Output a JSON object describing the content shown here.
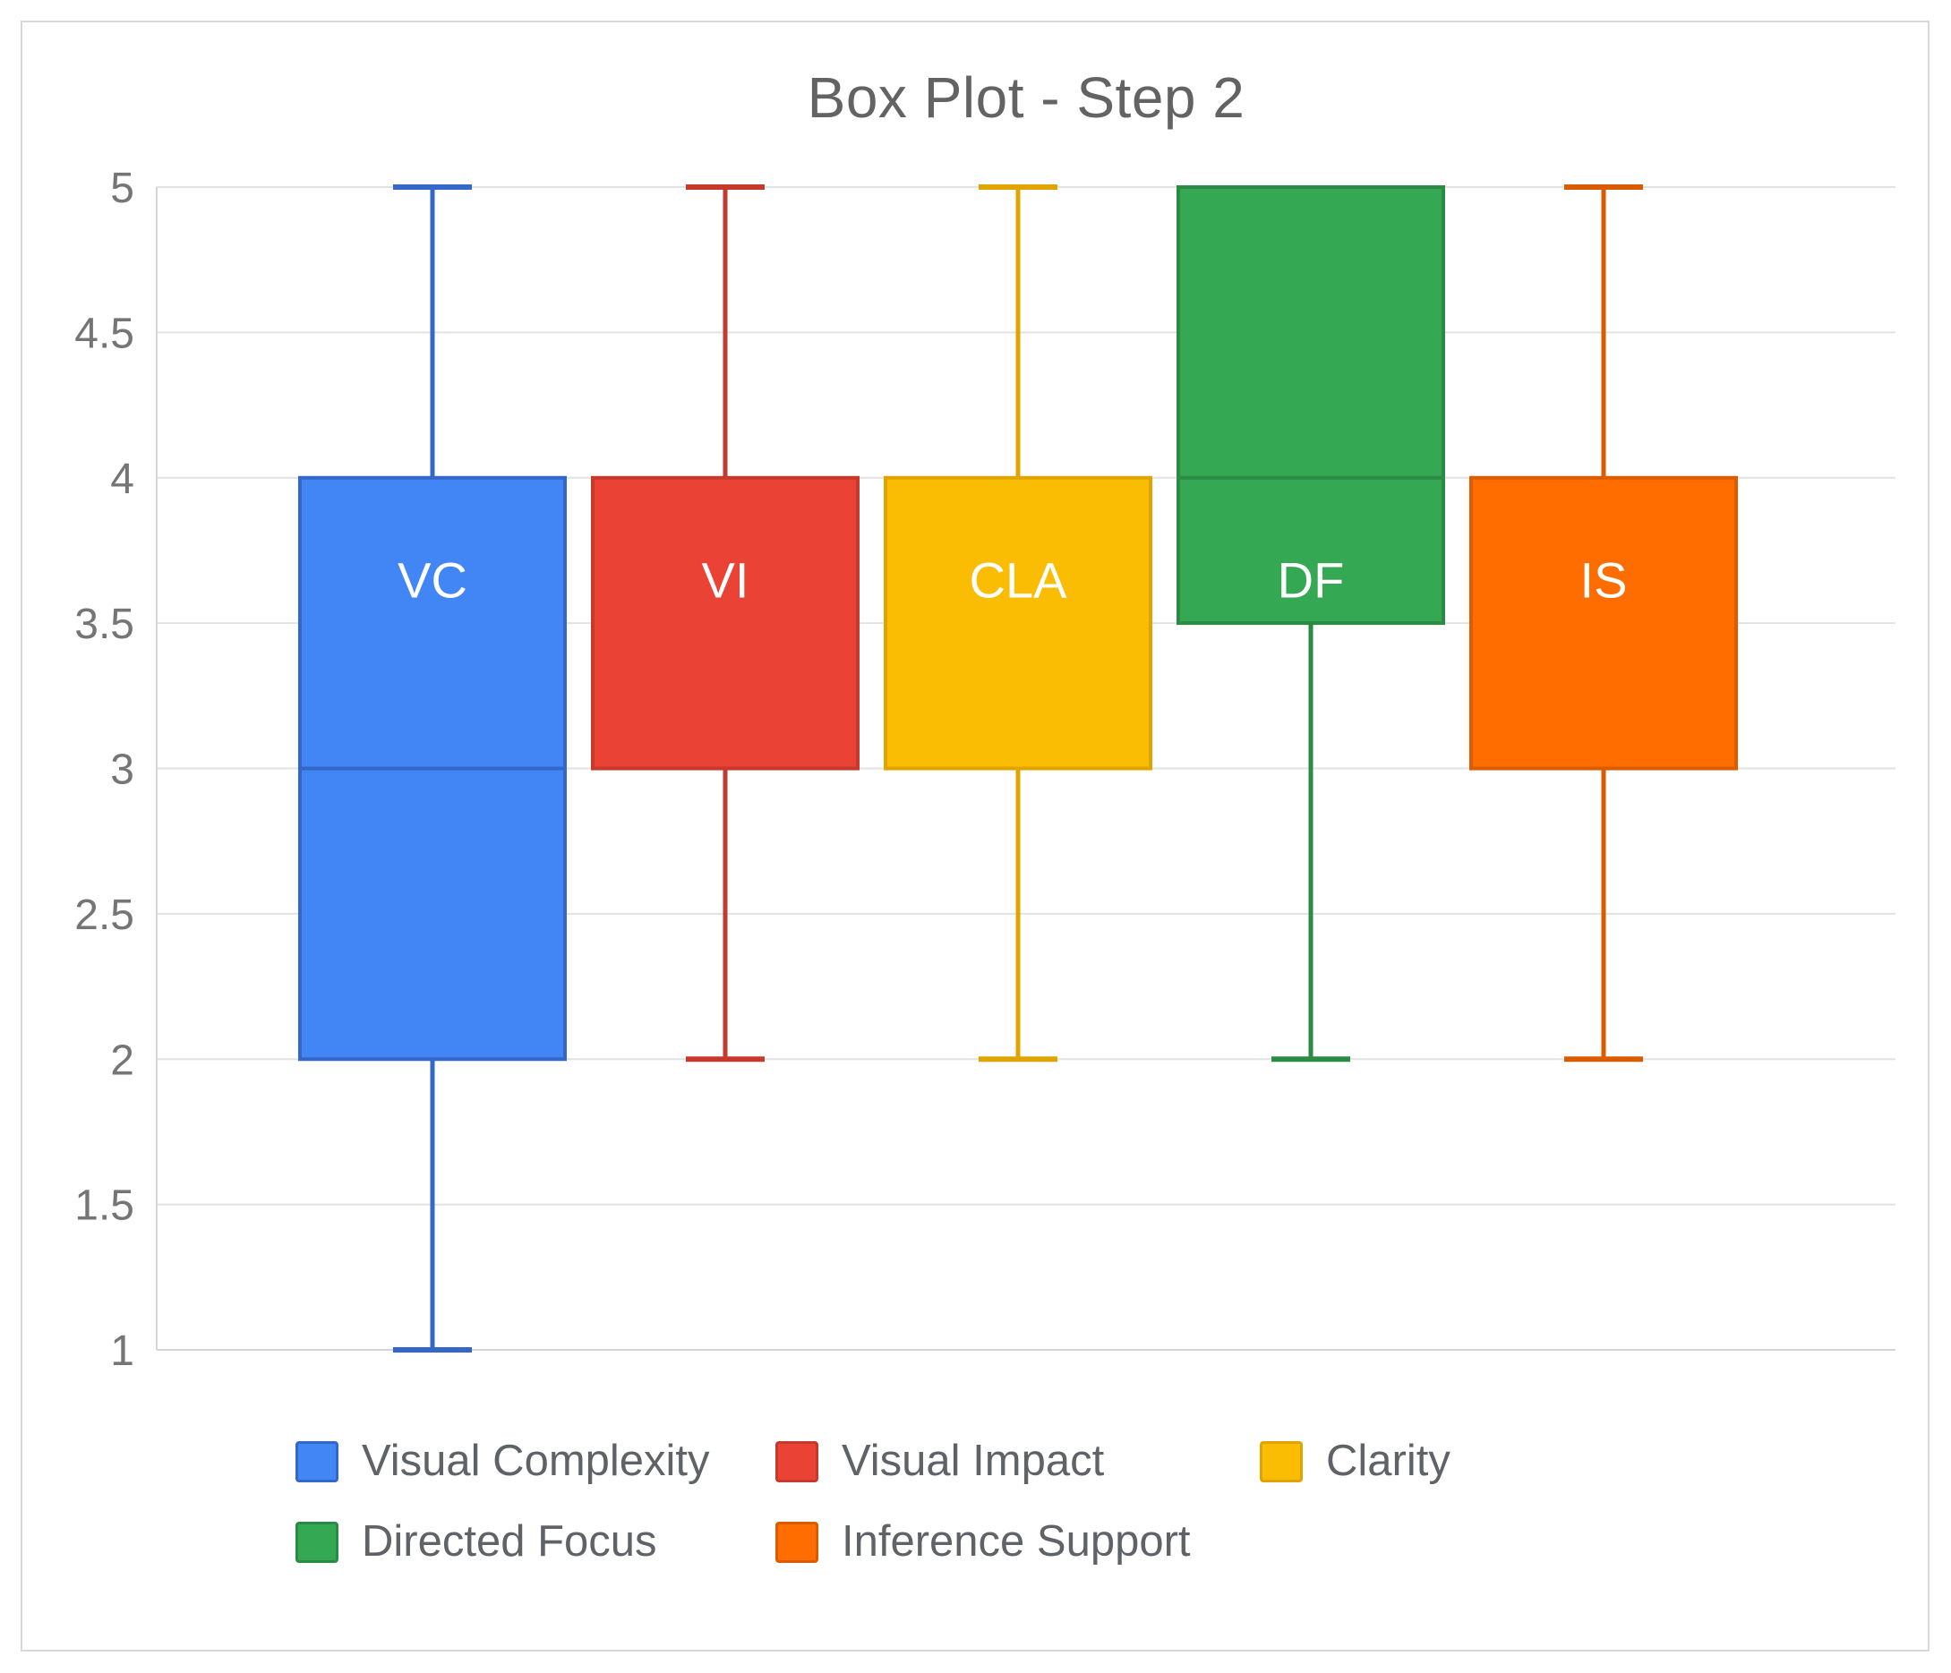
{
  "window": {
    "title": "Box Plot - Step 2"
  },
  "chart_data": {
    "type": "box",
    "title": "Box Plot - Step 2",
    "xlabel": "",
    "ylabel": "",
    "grid": true,
    "legend_position": "bottom",
    "y_axis": {
      "min": 1,
      "max": 5,
      "tick_step": 0.5,
      "tick_labels": [
        "5",
        "4.5",
        "4",
        "3.5",
        "3",
        "2.5",
        "2",
        "1.5",
        "1"
      ]
    },
    "series": [
      {
        "key": "VC",
        "label": "Visual Complexity",
        "short_label": "VC",
        "fill": "#4285F4",
        "stroke": "#3567C9",
        "min": 1,
        "q1": 2,
        "median": 3,
        "q3": 4,
        "max": 5
      },
      {
        "key": "VI",
        "label": "Visual Impact",
        "short_label": "VI",
        "fill": "#EA4335",
        "stroke": "#C53A2C",
        "min": 2,
        "q1": 3,
        "median": null,
        "q3": 4,
        "max": 5
      },
      {
        "key": "CLA",
        "label": "Clarity",
        "short_label": "CLA",
        "fill": "#FBBC04",
        "stroke": "#E0A400",
        "min": 2,
        "q1": 3,
        "median": null,
        "q3": 4,
        "max": 5
      },
      {
        "key": "DF",
        "label": "Directed Focus",
        "short_label": "DF",
        "fill": "#34A853",
        "stroke": "#2B8A44",
        "min": 2,
        "q1": 3.5,
        "median": 4,
        "q3": 5,
        "max": 5
      },
      {
        "key": "IS",
        "label": "Inference Support",
        "short_label": "IS",
        "fill": "#FF6D00",
        "stroke": "#D95C00",
        "min": 2,
        "q1": 3,
        "median": null,
        "q3": 4,
        "max": 5
      }
    ],
    "colors": {
      "title_text": "#636363",
      "axis_text": "#757575",
      "legend_text": "#5f6368",
      "gridline": "#e2e2e2",
      "axis_line": "#d5d5d5",
      "box_label_text": "#ffffff"
    }
  }
}
